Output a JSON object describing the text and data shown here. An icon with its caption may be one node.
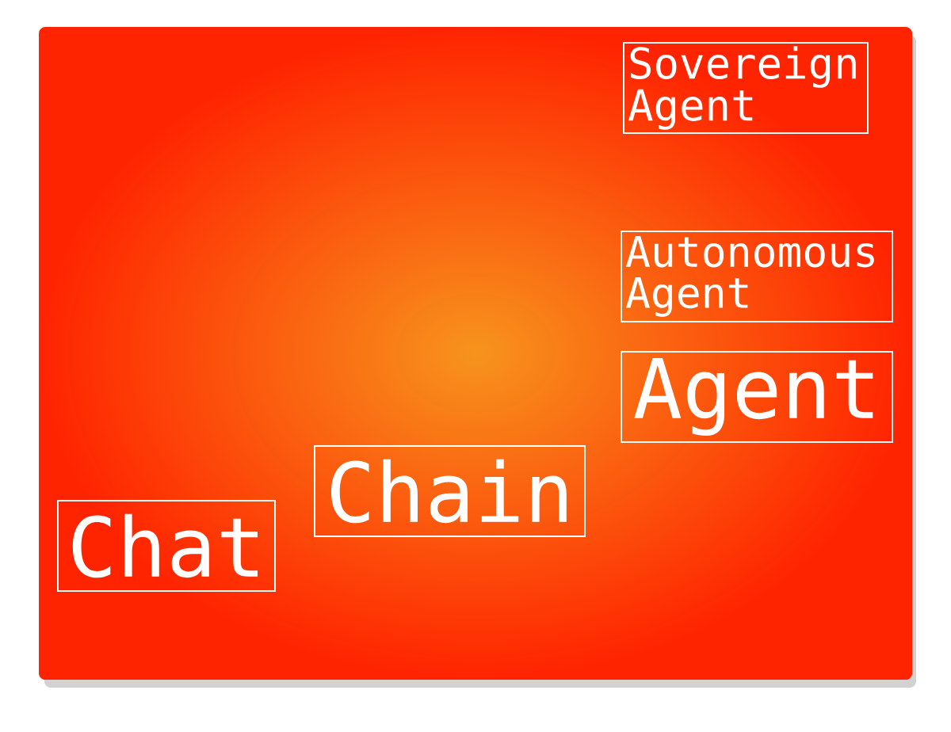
{
  "diagram": {
    "nodes": [
      {
        "text": [
          "Sovereign Agent"
        ]
      },
      {
        "text": [
          "Autonomous Agent"
        ]
      },
      {
        "text": [
          "Agent"
        ]
      },
      {
        "text": [
          "Chain"
        ]
      },
      {
        "text": [
          "Chat"
        ]
      }
    ]
  }
}
